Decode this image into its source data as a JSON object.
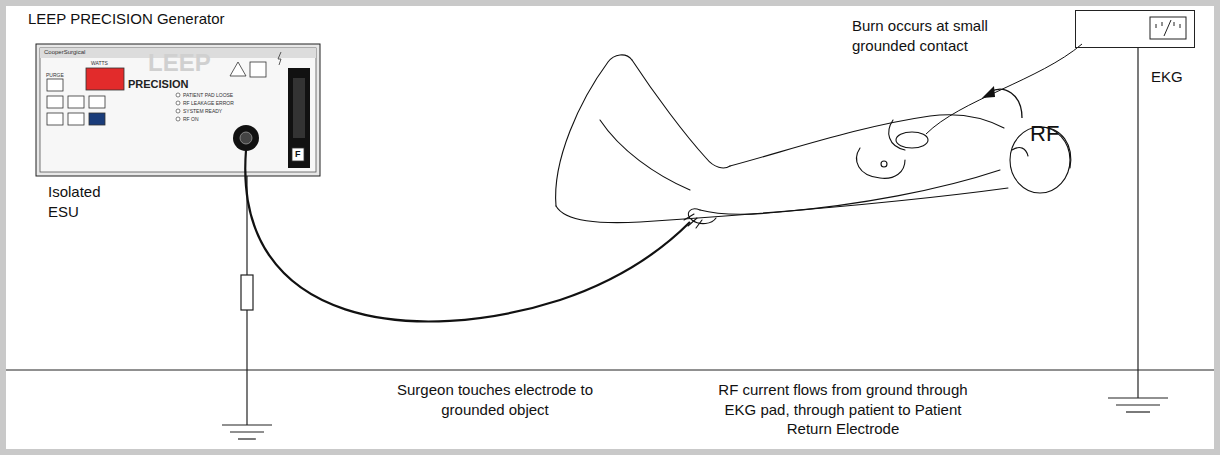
{
  "diagram": {
    "nodes": [
      {
        "text": [
          "EKG"
        ]
      }
    ],
    "labels": [
      "LEEP PRECISION Generator",
      "CooperSurgical",
      "LEEP",
      "PRECISION",
      "WATTS",
      "PATIENT PAD LOOSE",
      "RF LEAKAGE ERROR",
      "SYSTEM READY",
      "RF ON",
      "PURGE",
      "F",
      "Isolated ESU",
      "Burn occurs at small grounded contact",
      "RF",
      "Surgeon touches electrode to grounded object",
      "RF current flows from ground through EKG pad, through patient to Patient Return Electrode"
    ]
  }
}
